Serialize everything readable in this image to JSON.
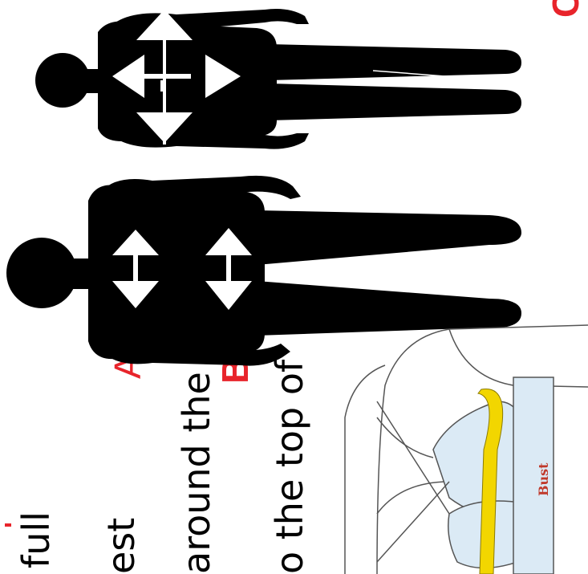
{
  "text_lines": [
    "full",
    "est",
    "around the",
    "o the top of"
  ],
  "labels": {
    "a": "A",
    "b": "B",
    "c": "C"
  },
  "illustration": {
    "bust_label": "Bust"
  },
  "colors": {
    "silhouette": "#000000",
    "arrow": "#ffffff",
    "label_red": "#e8242b",
    "bra_fill": "#dbeaf5",
    "tape_yellow": "#f2d600"
  }
}
